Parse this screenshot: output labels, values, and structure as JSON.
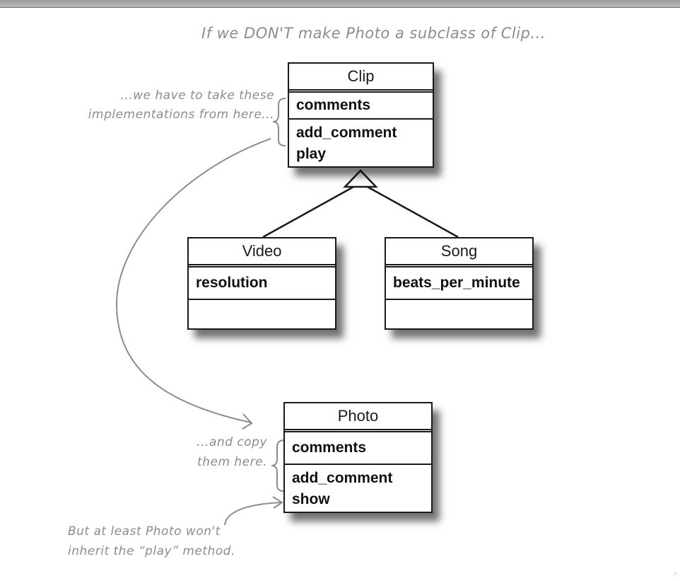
{
  "notes": {
    "top": "If we DON'T make Photo a subclass of Clip...",
    "take_line1": "...we have to take these",
    "take_line2": "implementations from here...",
    "copy_line1": "...and copy",
    "copy_line2": "them here.",
    "bottom_line1": "But at least Photo won't",
    "bottom_line2": "inherit the “play” method."
  },
  "classes": {
    "clip": {
      "name": "Clip",
      "attributes": [
        "comments"
      ],
      "methods": [
        "add_comment",
        "play"
      ]
    },
    "video": {
      "name": "Video",
      "attributes": [
        "resolution"
      ],
      "methods": []
    },
    "song": {
      "name": "Song",
      "attributes": [
        "beats_per_minute"
      ],
      "methods": []
    },
    "photo": {
      "name": "Photo",
      "attributes": [
        "comments"
      ],
      "methods": [
        "add_comment",
        "show"
      ]
    }
  },
  "colors": {
    "ink": "#1a1a1a",
    "annotation": "#8c8c8c",
    "topbar": "#a9a9a9"
  }
}
